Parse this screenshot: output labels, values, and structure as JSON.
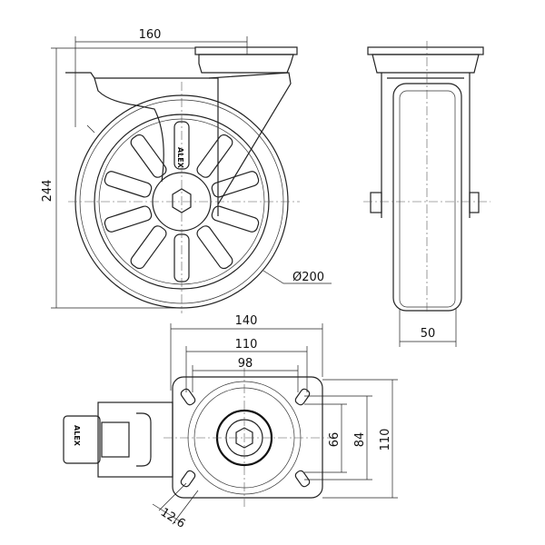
{
  "side_view": {
    "width_dim": "160",
    "height_dim": "244",
    "wheel_diameter_dim": "Ø200",
    "brand": "ALEX"
  },
  "front_view": {
    "wheel_width_dim": "50"
  },
  "bottom_view": {
    "plate_width_dim": "140",
    "hole_spacing_outer_dim": "110",
    "hole_spacing_inner_dim": "98",
    "plate_height_dim": "110",
    "vertical_hole_spacing_outer_dim": "84",
    "vertical_hole_spacing_inner_dim": "66",
    "slot_width_dim": "12.6",
    "brake_brand": "ALEX"
  }
}
